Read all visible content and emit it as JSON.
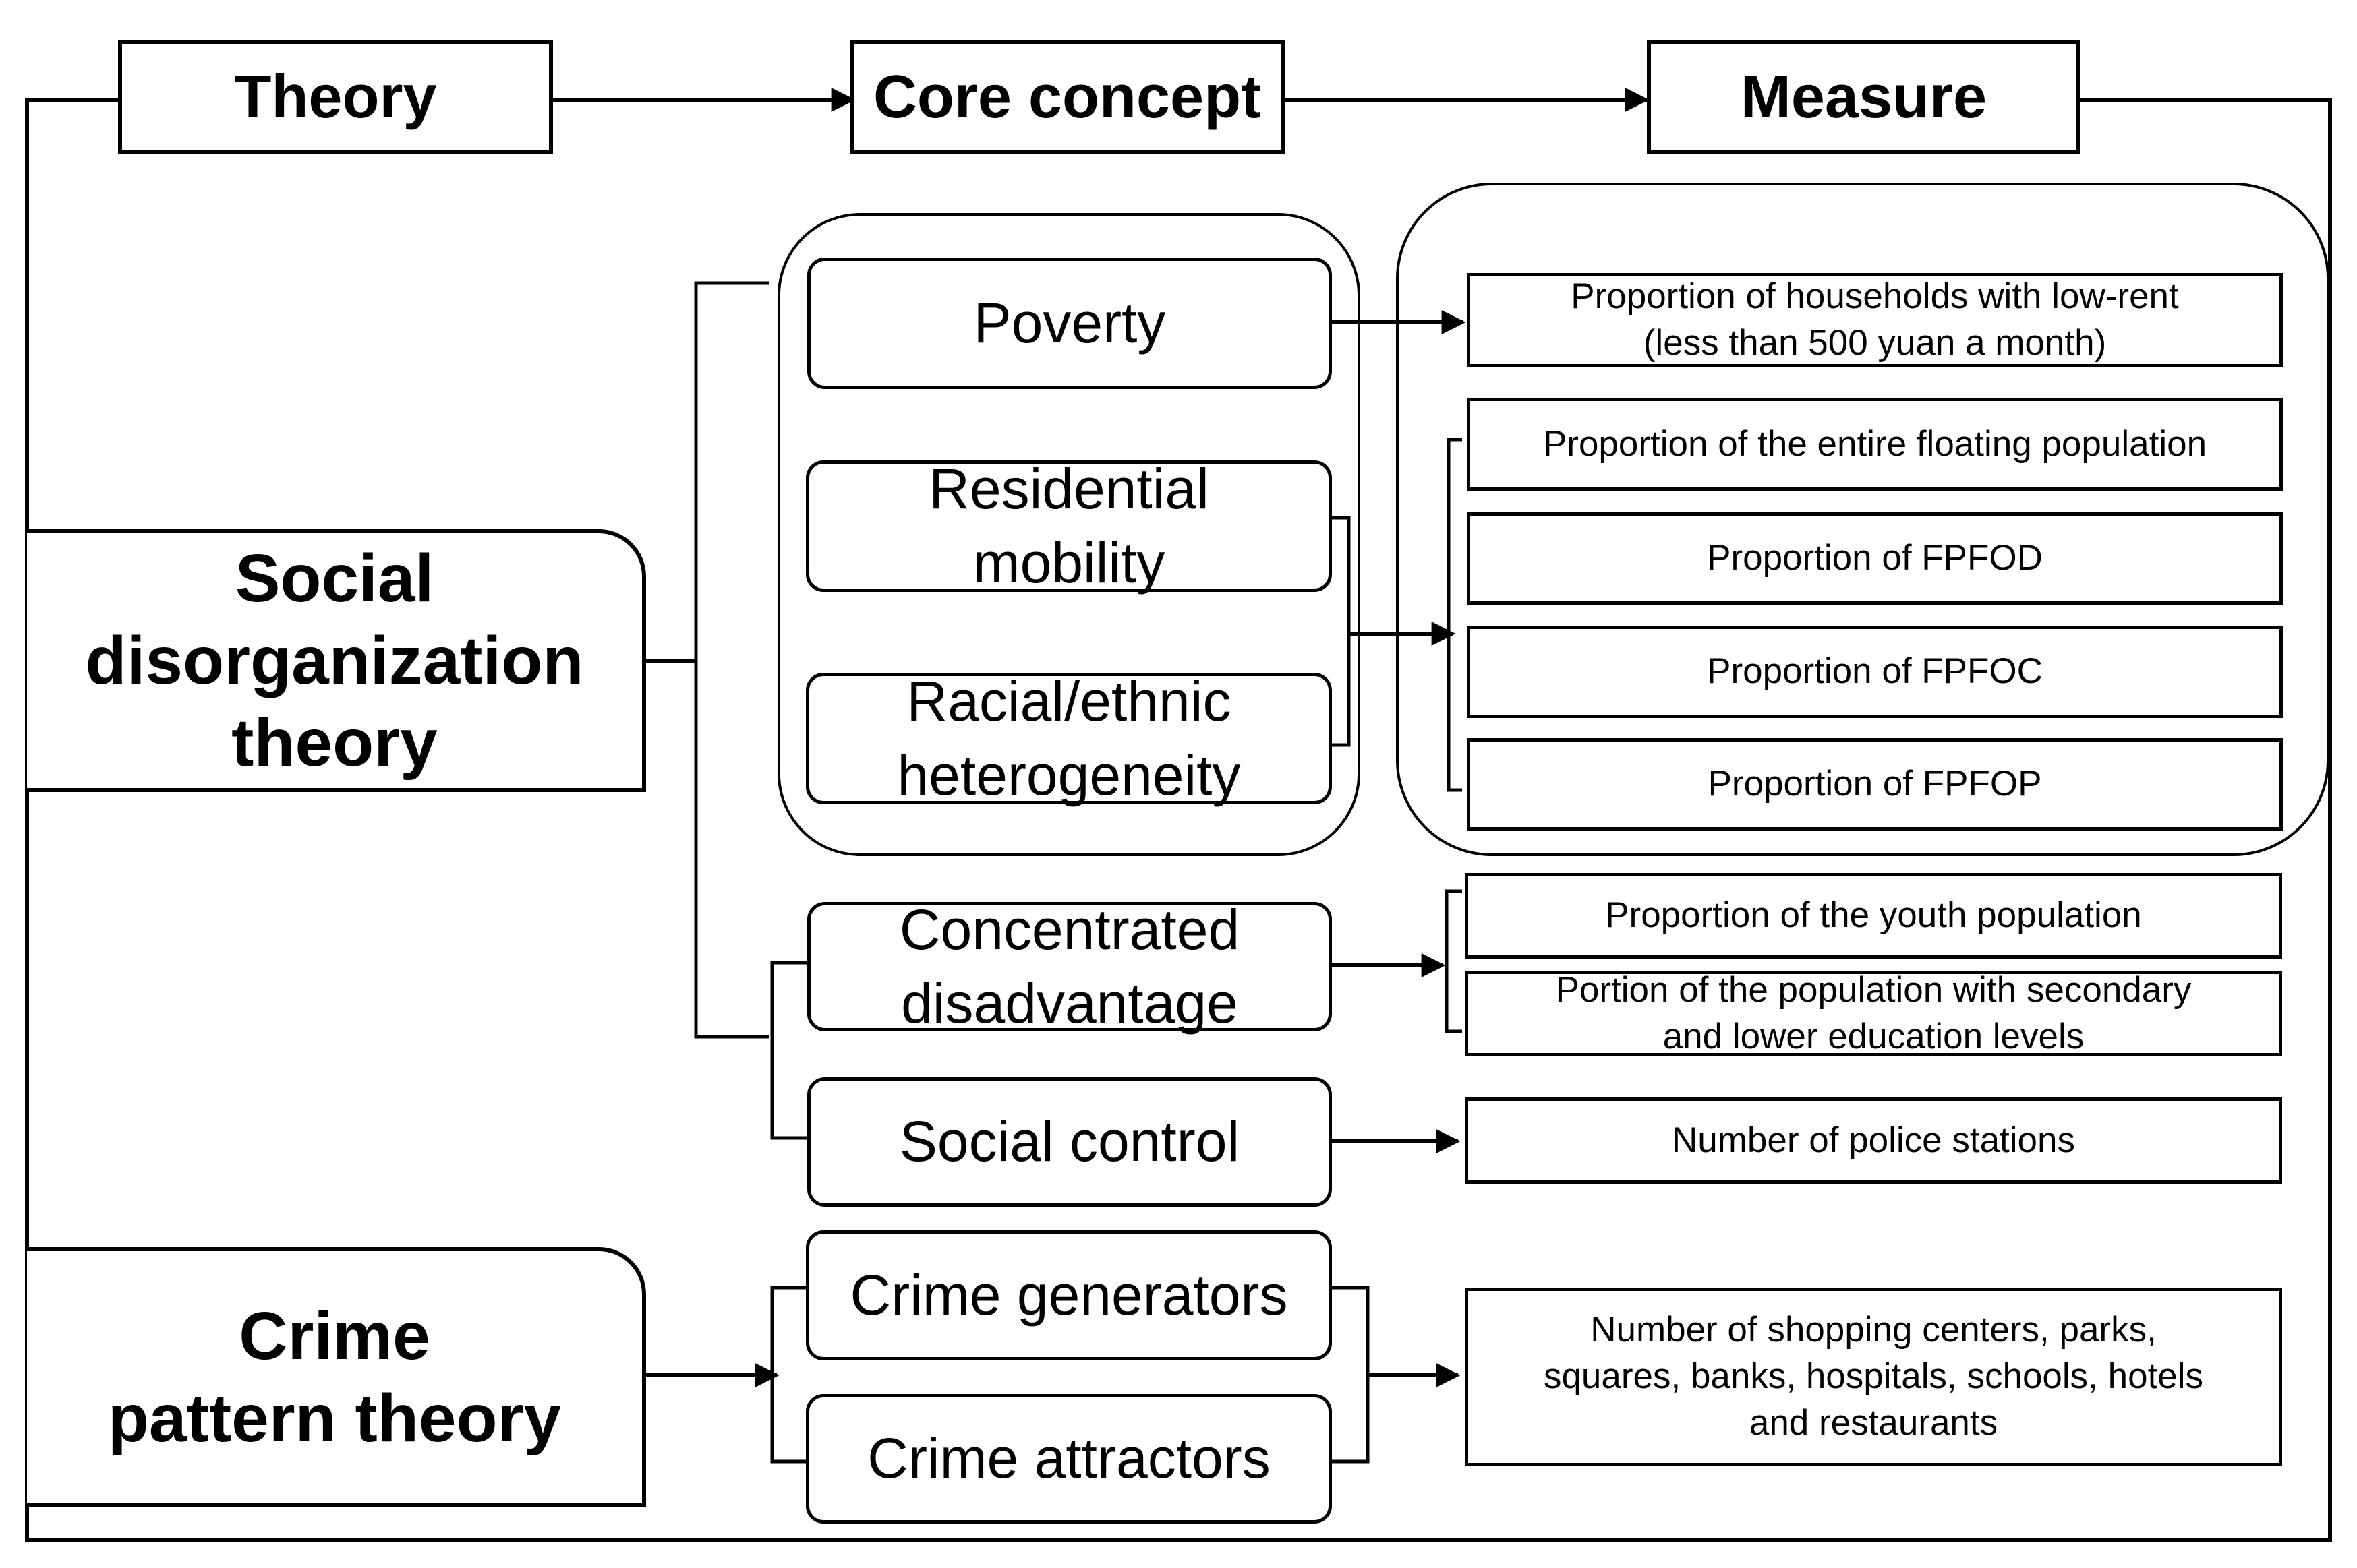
{
  "headers": {
    "theory": "Theory",
    "core_concept": "Core concept",
    "measure": "Measure"
  },
  "theories": {
    "social_disorganization": "Social\ndisorganization\ntheory",
    "crime_pattern": "Crime\npattern theory"
  },
  "concepts": {
    "poverty": "Poverty",
    "residential_mobility": "Residential\nmobility",
    "heterogeneity": "Racial/ethnic\nheterogeneity",
    "concentrated_disadvantage": "Concentrated\ndisadvantage",
    "social_control": "Social control",
    "crime_generators": "Crime generators",
    "crime_attractors": "Crime attractors"
  },
  "measures": {
    "low_rent": "Proportion of households with low-rent\n(less than 500 yuan a month)",
    "floating_population": "Proportion of the entire floating population",
    "fpfod": "Proportion of FPFOD",
    "fpfoc": "Proportion of FPFOC",
    "fpfop": "Proportion of FPFOP",
    "youth": "Proportion of the youth population",
    "education": "Portion of the population with secondary\nand lower education levels",
    "police": "Number of police stations",
    "facilities": "Number of shopping centers, parks,\nsquares, banks, hospitals, schools, hotels\nand restaurants"
  }
}
